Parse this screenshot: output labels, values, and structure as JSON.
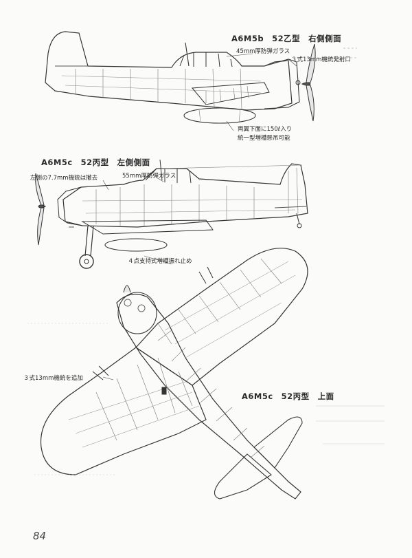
{
  "views": {
    "right_side": {
      "title": "A6M5b　52乙型　右側側面",
      "callouts": [
        "45mm厚防弾ガラス",
        "３式13mm機銃発射口",
        "両翼下面に150ℓ入り",
        "統一型増槽懸吊可能"
      ]
    },
    "left_side": {
      "title": "A6M5c　52丙型　左側側面",
      "callouts": [
        "左側の7.7mm機銃は撤去",
        "55mm厚防弾ガラス",
        "４点支持式増槽振れ止め"
      ]
    },
    "top": {
      "title": "A6M5c　52丙型　上面",
      "callouts": [
        "３式13mm機銃を追加"
      ]
    }
  },
  "page_number": "84",
  "colors": {
    "paper": "#fbfbfa",
    "ink": "#2a2a2a"
  }
}
